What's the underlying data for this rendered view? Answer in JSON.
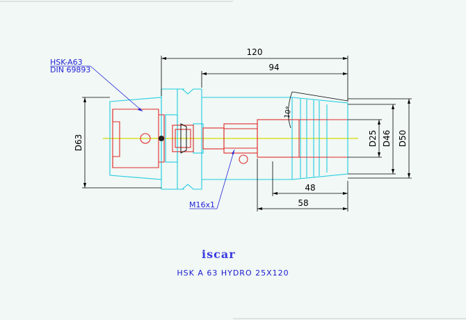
{
  "callouts": {
    "holder_type_line1": "HSK-A63",
    "holder_type_line2": "DIN 69893",
    "thread": "M16x1"
  },
  "dimensions": {
    "overall_length": "120",
    "clamp_length": "94",
    "length_48": "48",
    "length_58": "58",
    "flange_diameter": "D63",
    "bore_diameter": "D25",
    "nose_diameter": "D46",
    "body_diameter": "D50",
    "angle": "10°"
  },
  "logo_text": "iscar",
  "drawing_title": "HSK A 63 HYDRO 25X120",
  "colors": {
    "background": "#f1f8f5",
    "body_outline": "#1ecbe0",
    "internal_parts": "#e02a2a",
    "dimension_lines": "#000000",
    "centerline": "#d8d800",
    "callout_text": "#2323d6"
  }
}
